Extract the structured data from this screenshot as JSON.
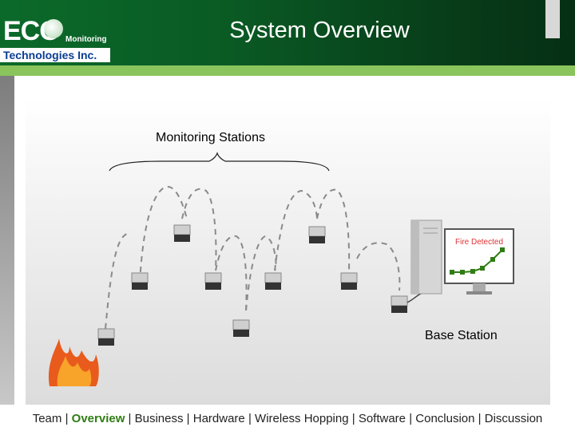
{
  "header": {
    "title": "System Overview",
    "logo_text_top": "ECO",
    "logo_text_monitoring": "Monitoring",
    "logo_text_bottom": "Technologies Inc."
  },
  "diagram": {
    "monitoring_label": "Monitoring Stations",
    "base_label": "Base Station",
    "screen_label": "Fire Detected"
  },
  "footer": {
    "nav": [
      "Team",
      "Overview",
      "Business",
      "Hardware",
      "Wireless Hopping",
      "Software",
      "Conclusion",
      "Discussion"
    ],
    "active": "Overview"
  },
  "colors": {
    "header_green": "#0b6a2a",
    "accent_green": "#8ac45c",
    "active_link": "#2f7d14"
  }
}
